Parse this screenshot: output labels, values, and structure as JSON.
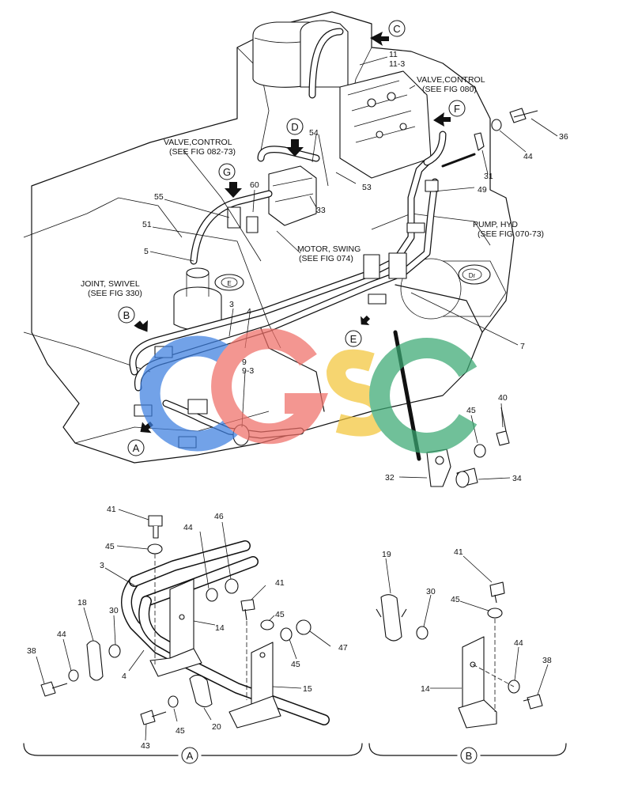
{
  "page": {
    "background": "#ffffff",
    "ink": "#111111"
  },
  "watermark": {
    "letters": [
      "C",
      "G",
      "S",
      "C"
    ],
    "colors": [
      "#3d7fe0",
      "#ef6f67",
      "#f3c63a",
      "#3aa872"
    ]
  },
  "view_markers": {
    "A": "A",
    "B": "B",
    "C": "C",
    "D": "D",
    "E": "E",
    "F": "F",
    "G": "G"
  },
  "section_labels": {
    "detail_a": "A",
    "detail_b": "B"
  },
  "references": {
    "valve_control_080": [
      "VALVE,CONTROL",
      "(SEE FIG 080)"
    ],
    "valve_control_082": [
      "VALVE,CONTROL",
      "(SEE FIG 082-73)"
    ],
    "pump_hyd": [
      "PUMP, HYD",
      "(SEE FIG 070-73)"
    ],
    "motor_swing": [
      "MOTOR, SWING",
      "(SEE FIG 074)"
    ],
    "joint_swivel": [
      "JOINT, SWIVEL",
      "(SEE FIG 330)"
    ]
  },
  "machine_marks": {
    "e": "E",
    "dr": "Dr"
  },
  "callouts_main": {
    "c11": "11",
    "c11_3": "11-3",
    "c54": "54",
    "c53": "53",
    "c33": "33",
    "c60": "60",
    "c55": "55",
    "c51": "51",
    "c5": "5",
    "c3": "3",
    "c4": "4",
    "c9": "9",
    "c9_3": "9-3",
    "c49": "49",
    "c31": "31",
    "c44": "44",
    "c36": "36",
    "c7": "7",
    "c45": "45",
    "c40": "40",
    "c32": "32",
    "c34": "34"
  },
  "callouts_a": {
    "c41": "41",
    "c46": "46",
    "c44": "44",
    "c45_top": "45",
    "c3": "3",
    "c18": "18",
    "c30": "30",
    "c44_left": "44",
    "c38": "38",
    "c4": "4",
    "c14": "14",
    "c41_r": "41",
    "c45_r": "45",
    "c47": "47",
    "c45_r2": "45",
    "c15": "15",
    "c20": "20",
    "c45_b": "45",
    "c43": "43"
  },
  "callouts_b": {
    "c19": "19",
    "c41": "41",
    "c30": "30",
    "c45": "45",
    "c44": "44",
    "c38": "38",
    "c14": "14"
  }
}
